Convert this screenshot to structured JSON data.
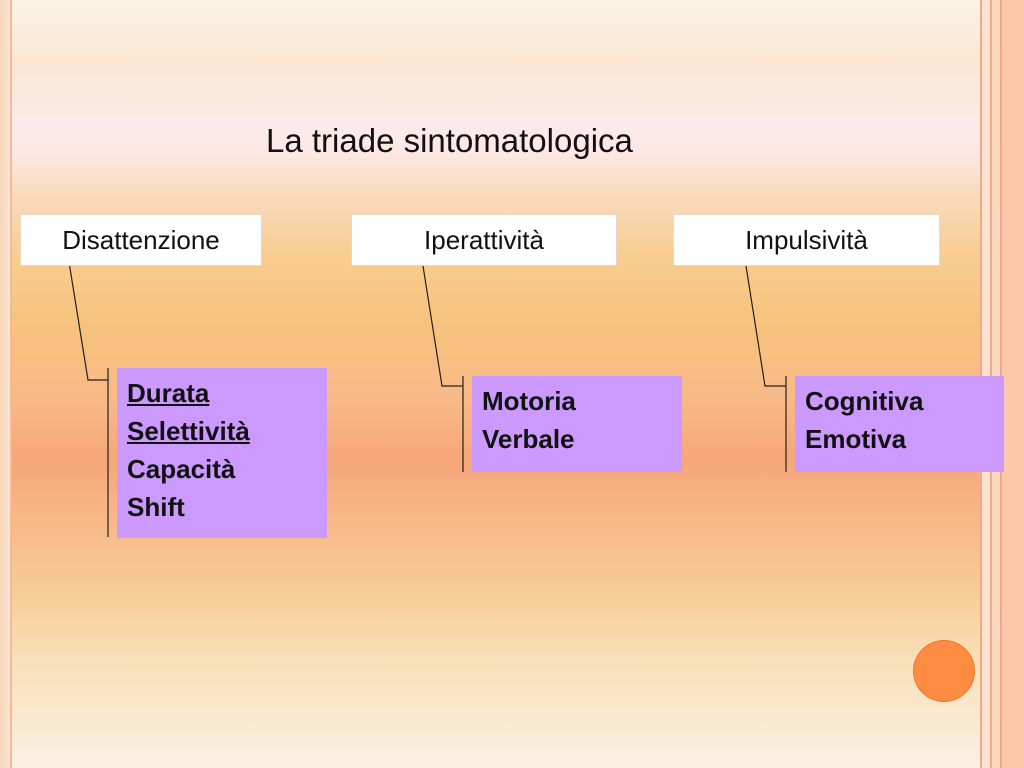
{
  "title": "La triade sintomatologica",
  "categories": [
    {
      "label": "Disattenzione",
      "items": [
        "Durata",
        "Selettività",
        "Capacità",
        "Shift"
      ],
      "underlined": [
        true,
        true,
        false,
        false
      ]
    },
    {
      "label": "Iperattività",
      "items": [
        "Motoria",
        "Verbale"
      ],
      "underlined": [
        false,
        false
      ]
    },
    {
      "label": "Impulsività",
      "items": [
        "Cognitiva",
        "Emotiva"
      ],
      "underlined": [
        false,
        false
      ]
    }
  ],
  "colors": {
    "sub_box_fill": "#cc99ff",
    "head_box_fill": "#ffffff",
    "accent_circle": "#ff8c40"
  }
}
